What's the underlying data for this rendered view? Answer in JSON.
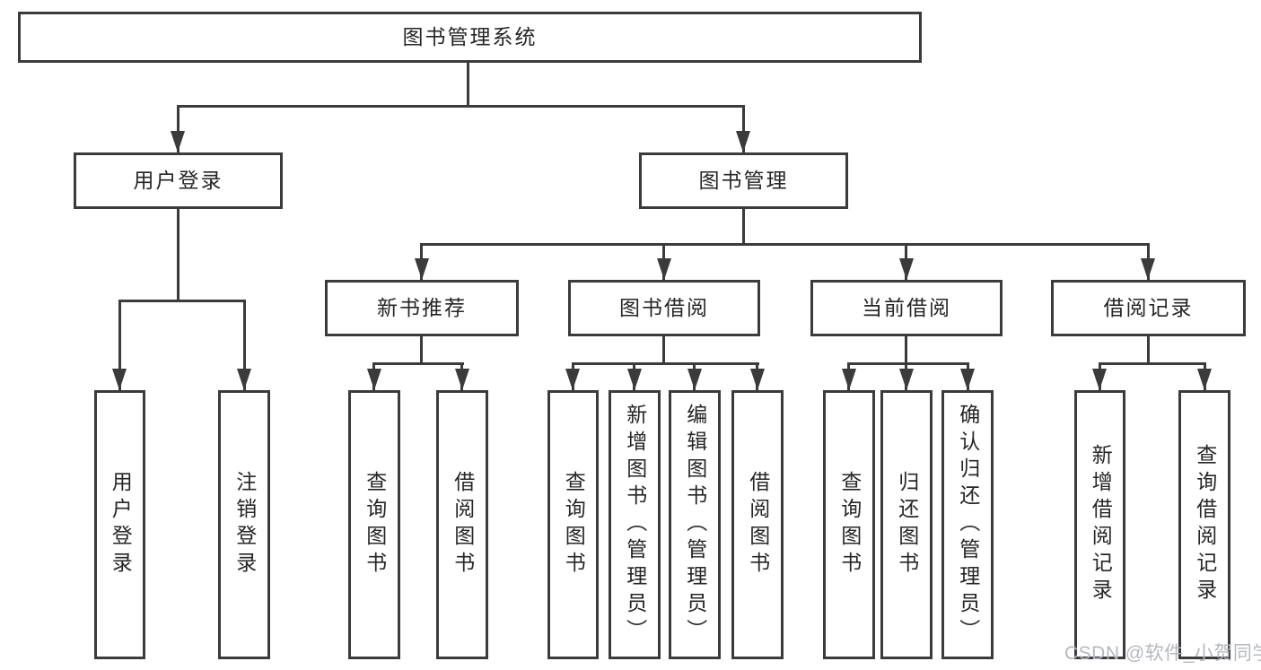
{
  "colors": {
    "line": "#3b3b3b",
    "text": "#262626",
    "background": "#ffffff",
    "watermark": "#b4b8be"
  },
  "watermark": {
    "text": "CSDN @软件_小贺同学"
  },
  "tree": {
    "root": {
      "label": "图书管理系统"
    },
    "level2": [
      {
        "label": "用户登录"
      },
      {
        "label": "图书管理"
      }
    ],
    "level3": [
      {
        "label": "新书推荐",
        "parent": "图书管理"
      },
      {
        "label": "图书借阅",
        "parent": "图书管理"
      },
      {
        "label": "当前借阅",
        "parent": "图书管理"
      },
      {
        "label": "借阅记录",
        "parent": "图书管理"
      }
    ],
    "leaves": [
      {
        "label": "用户登录",
        "parent": "用户登录"
      },
      {
        "label": "注销登录",
        "parent": "用户登录"
      },
      {
        "label": "查询图书",
        "parent": "新书推荐"
      },
      {
        "label": "借阅图书",
        "parent": "新书推荐"
      },
      {
        "label": "查询图书",
        "parent": "图书借阅"
      },
      {
        "label": "新增图书（管理员）",
        "parent": "图书借阅"
      },
      {
        "label": "编辑图书（管理员）",
        "parent": "图书借阅"
      },
      {
        "label": "借阅图书",
        "parent": "图书借阅"
      },
      {
        "label": "查询图书",
        "parent": "当前借阅"
      },
      {
        "label": "归还图书",
        "parent": "当前借阅"
      },
      {
        "label": "确认归还（管理员）",
        "parent": "当前借阅"
      },
      {
        "label": "新增借阅记录",
        "parent": "借阅记录"
      },
      {
        "label": "查询借阅记录",
        "parent": "借阅记录"
      }
    ]
  }
}
